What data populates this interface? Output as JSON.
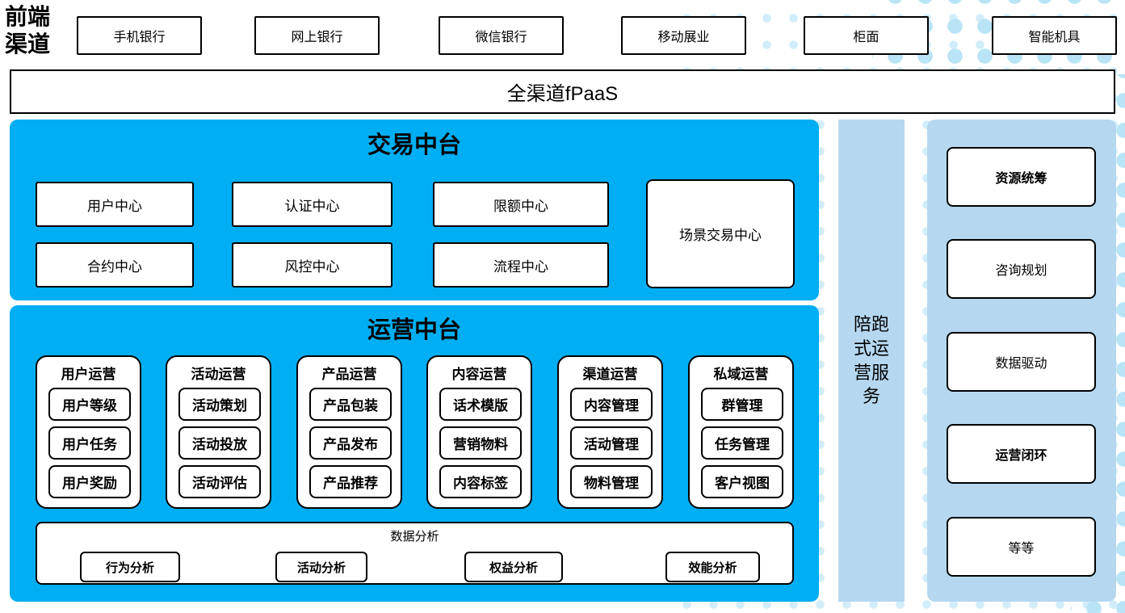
{
  "colors": {
    "accent-blue": "#00aef3",
    "panel-blue": "#b5d8f0",
    "dot-blue": "#d2edfa",
    "dot-blue-strong": "#b9e4f6"
  },
  "frontend": {
    "label": "前端渠道",
    "channels": [
      "手机银行",
      "网上银行",
      "微信银行",
      "移动展业",
      "柜面",
      "智能机具"
    ]
  },
  "fpaas": {
    "label": "全渠道fPaaS"
  },
  "transaction": {
    "title": "交易中台",
    "row1": [
      "用户中心",
      "认证中心",
      "限额中心"
    ],
    "row2": [
      "合约中心",
      "风控中心",
      "流程中心"
    ],
    "scene": "场景交易中心"
  },
  "operation": {
    "title": "运营中台",
    "columns": [
      {
        "header": "用户运营",
        "items": [
          "用户等级",
          "用户任务",
          "用户奖励"
        ]
      },
      {
        "header": "活动运营",
        "items": [
          "活动策划",
          "活动投放",
          "活动评估"
        ]
      },
      {
        "header": "产品运营",
        "items": [
          "产品包装",
          "产品发布",
          "产品推荐"
        ]
      },
      {
        "header": "内容运营",
        "items": [
          "话术模版",
          "营销物料",
          "内容标签"
        ]
      },
      {
        "header": "渠道运营",
        "items": [
          "内容管理",
          "活动管理",
          "物料管理"
        ]
      },
      {
        "header": "私域运营",
        "items": [
          "群管理",
          "任务管理",
          "客户视图"
        ]
      }
    ],
    "analysis": {
      "title": "数据分析",
      "items": [
        "行为分析",
        "活动分析",
        "权益分析",
        "效能分析"
      ]
    }
  },
  "side_strip": {
    "label": "陪跑式运营服务"
  },
  "right_panel": {
    "items": [
      {
        "label": "资源统筹",
        "bold": true
      },
      {
        "label": "咨询规划",
        "bold": false
      },
      {
        "label": "数据驱动",
        "bold": false
      },
      {
        "label": "运营闭环",
        "bold": true
      },
      {
        "label": "等等",
        "bold": false
      }
    ]
  }
}
